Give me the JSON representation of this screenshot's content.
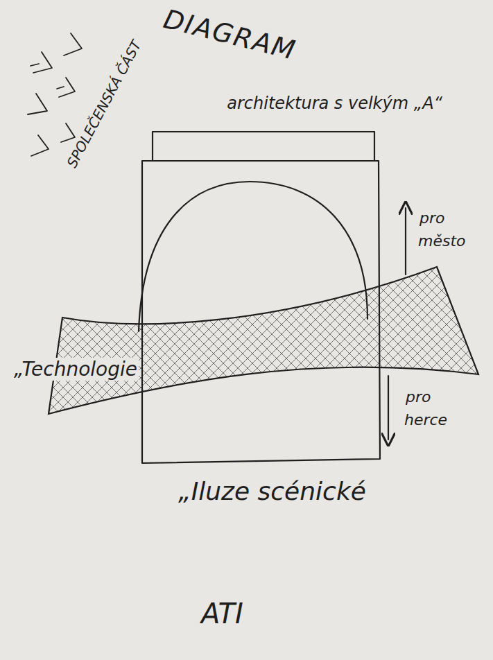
{
  "diagram": {
    "title": "DIAGRAM",
    "nodes": [
      {
        "text": [
          "„Technologie"
        ]
      }
    ],
    "labels": [
      "architektura s velkým „A“",
      "SPOLEČENSKÁ ČÁST",
      "pro město",
      "pro herce",
      "„Iluze scénické",
      "ATI"
    ]
  }
}
